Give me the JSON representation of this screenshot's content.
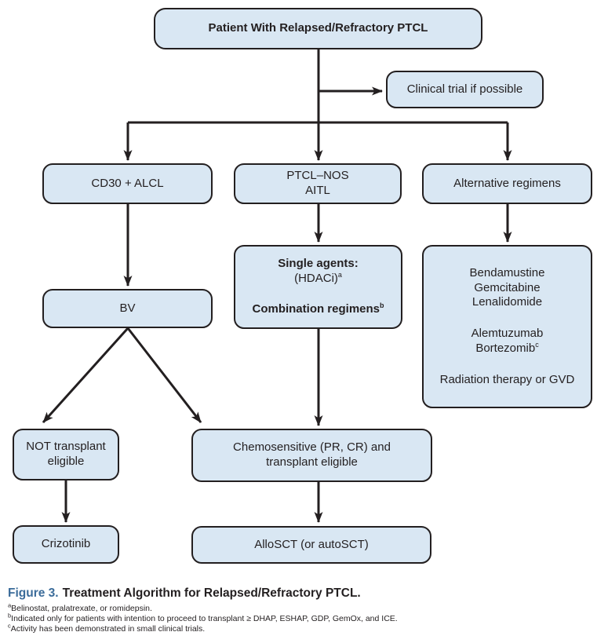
{
  "flowchart": {
    "root": {
      "label": "Patient With Relapsed/Refractory PTCL"
    },
    "clinical_trial": {
      "label": "Clinical trial if possible"
    },
    "cd30_alcl": {
      "label": "CD30 + ALCL"
    },
    "ptcl_nos": {
      "line1": "PTCL–NOS",
      "line2": "AITL"
    },
    "alternative": {
      "label": "Alternative regimens"
    },
    "bv": {
      "label": "BV"
    },
    "single_agents": {
      "title": "Single agents:",
      "sub": "(HDACi)",
      "sub_sup": "a",
      "combo": "Combination regimens",
      "combo_sup": "b"
    },
    "alt_list": {
      "group1": [
        "Bendamustine",
        "Gemcitabine",
        "Lenalidomide"
      ],
      "group2_line1": "Alemtuzumab",
      "group2_line2": "Bortezomib",
      "group2_line2_sup": "c",
      "group3": "Radiation therapy or GVD"
    },
    "not_transplant": {
      "label": "NOT transplant eligible"
    },
    "chemosensitive": {
      "label": "Chemosensitive (PR, CR) and transplant eligible"
    },
    "crizotinib": {
      "label": "Crizotinib"
    },
    "allosct": {
      "label": "AlloSCT (or autoSCT)"
    }
  },
  "caption": {
    "label": "Figure 3.",
    "title": "Treatment Algorithm for Relapsed/Refractory PTCL."
  },
  "footnotes": [
    {
      "sup": "a",
      "text": "Belinostat, pralatrexate, or romidepsin."
    },
    {
      "sup": "b",
      "text": "Indicated only for patients with intention to proceed to transplant ≥ DHAP, ESHAP, GDP, GemOx, and ICE."
    },
    {
      "sup": "c",
      "text": "Activity has been demonstrated in small clinical trials."
    }
  ],
  "colors": {
    "box_fill": "#d9e7f3",
    "box_border": "#231f20",
    "arrow": "#231f20",
    "text": "#231f20",
    "caption_accent": "#3b6c9a",
    "background": "#ffffff"
  }
}
